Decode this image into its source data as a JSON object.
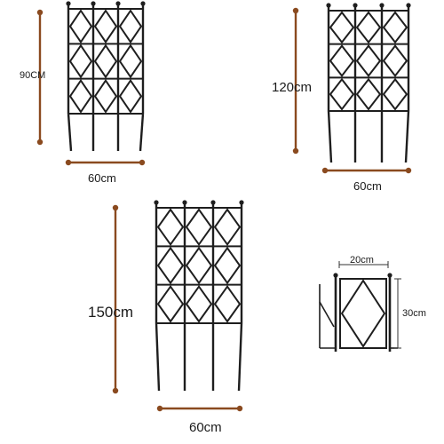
{
  "colors": {
    "dimension_line": "#8a4a1f",
    "trellis": "#1e1e1e",
    "detail_line": "#333333",
    "background": "#ffffff"
  },
  "panels": [
    {
      "id": "small",
      "height_label": "90CM",
      "width_label": "60cm"
    },
    {
      "id": "medium",
      "height_label": "120cm",
      "width_label": "60cm"
    },
    {
      "id": "large",
      "height_label": "150cm",
      "width_label": "60cm"
    },
    {
      "id": "detail",
      "height_label": "30cm",
      "width_label": "20cm"
    }
  ]
}
